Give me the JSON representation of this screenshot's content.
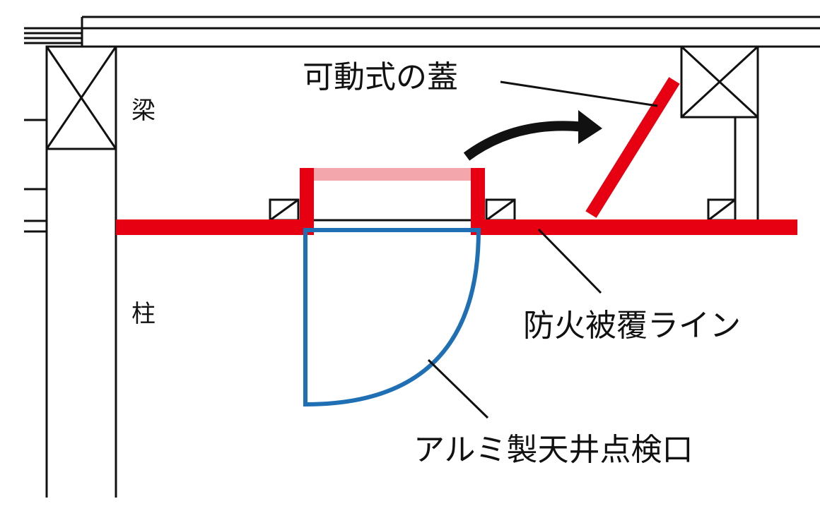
{
  "labels": {
    "movable_lid": "可動式の蓋",
    "beam": "梁",
    "column": "柱",
    "fireproof_line": "防火被覆ライン",
    "aluminum_hatch": "アルミ製天井点検口"
  },
  "colors": {
    "line": "#111111",
    "fireproof_red": "#e60012",
    "lid_pink": "#f4a6ad",
    "hatch_blue": "#1f6fb5"
  }
}
